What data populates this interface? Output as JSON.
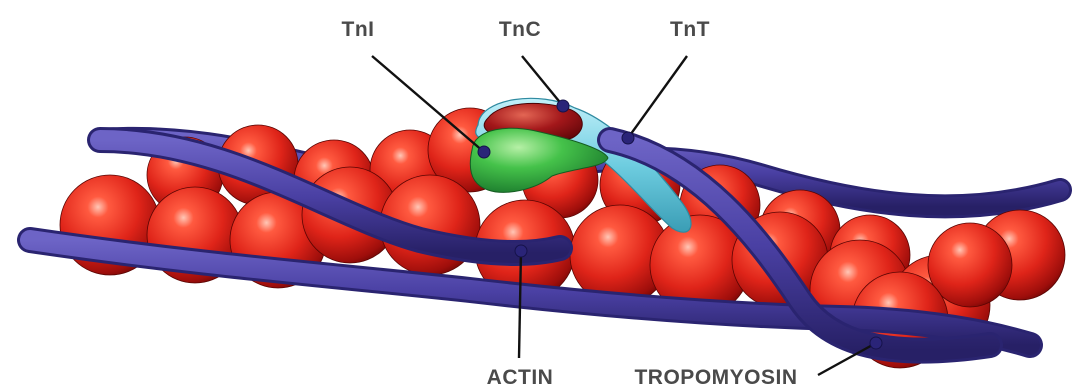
{
  "diagram": {
    "labels": {
      "tni": "TnI",
      "tnc": "TnC",
      "tnt": "TnT",
      "actin": "ACTIN",
      "tropomyosin": "TROPOMYOSIN"
    },
    "colors": {
      "actin_sphere": "#e0261c",
      "actin_highlight": "#ffb4a2",
      "actin_shadow": "#7a0806",
      "tropomyosin": "#4c42a6",
      "tropomyosin_dark": "#2a2470",
      "troponin_i": "#3fb84a",
      "troponin_c": "#a3171a",
      "troponin_t": "#6ecde0",
      "label_text": "#4a4a4a",
      "leader_line": "#111111",
      "background": "#ffffff"
    }
  }
}
